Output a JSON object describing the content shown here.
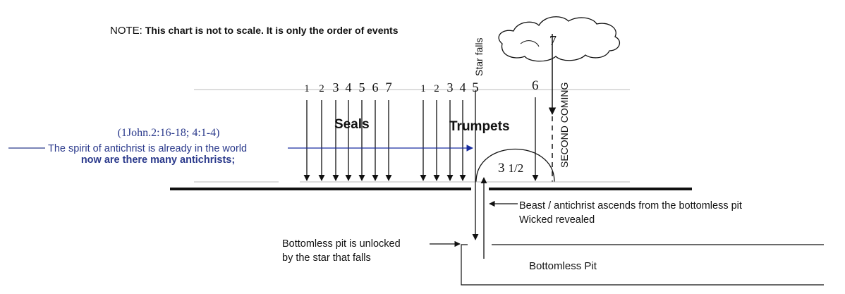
{
  "note": {
    "prefix": "NOTE:",
    "text": "This chart is not to scale. It is only the order of events"
  },
  "seals": {
    "label": "Seals",
    "numbers": [
      "1",
      "2",
      "3",
      "4",
      "5",
      "6",
      "7"
    ]
  },
  "trumpets": {
    "label": "Trumpets",
    "numbers": [
      "1",
      "2",
      "3",
      "4",
      "5"
    ],
    "sixth": "6",
    "seventh": "7"
  },
  "star_falls": "Star falls",
  "second_coming": "SECOND COMING",
  "three_and_half": {
    "whole": "3",
    "fraction": "1/2"
  },
  "antichrist": {
    "reference": "(1John.2:16-18; 4:1-4)",
    "line1": "The spirit of antichrist is already in the world",
    "line2": "now are there many antichrists;"
  },
  "beast": {
    "line1": "Beast / antichrist ascends from the bottomless pit",
    "line2": "Wicked revealed"
  },
  "pit_unlocked": {
    "line1": "Bottomless pit is unlocked",
    "line2": "by the star that falls"
  },
  "bottomless_pit": "Bottomless Pit",
  "colors": {
    "ink": "#111111",
    "blue": "#2b3a8c",
    "arrow_blue": "#1a2ea0",
    "gray": "#bbbbbb"
  }
}
